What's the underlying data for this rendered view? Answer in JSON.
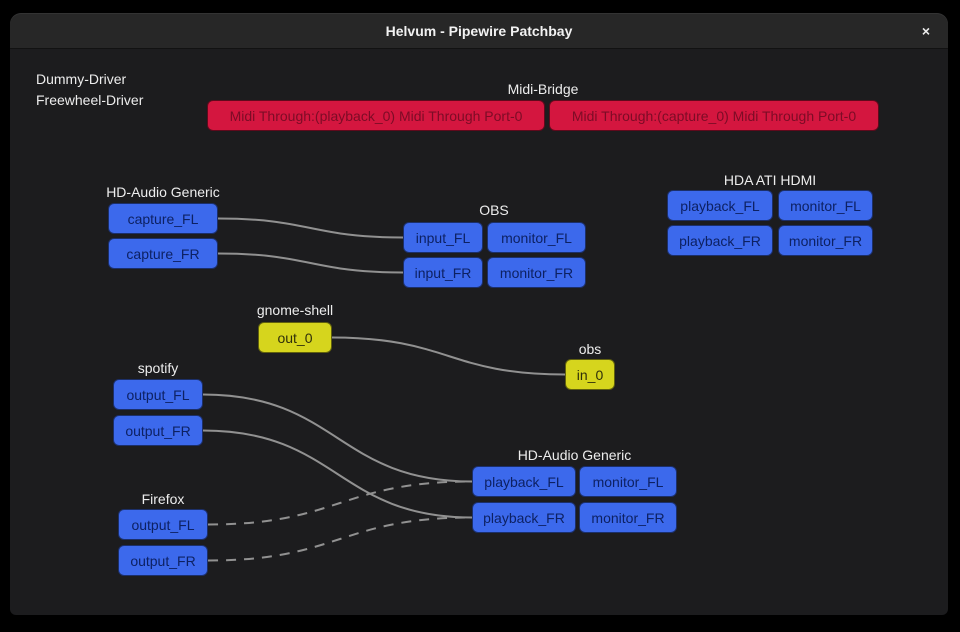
{
  "window": {
    "title": "Helvum - Pipewire Patchbay",
    "close_label": "×"
  },
  "drivers": {
    "dummy": "Dummy-Driver",
    "freewheel": "Freewheel-Driver"
  },
  "nodes": {
    "midi_bridge": {
      "title": "Midi-Bridge",
      "port_type": "midi",
      "ports": [
        {
          "label": "Midi Through:(playback_0) Midi Through Port-0"
        },
        {
          "label": "Midi Through:(capture_0) Midi Through Port-0"
        }
      ]
    },
    "hda_capture": {
      "title": "HD-Audio Generic",
      "port_type": "audio",
      "ports": [
        {
          "label": "capture_FL"
        },
        {
          "label": "capture_FR"
        }
      ]
    },
    "obs_inputs": {
      "title": "OBS",
      "port_type": "audio",
      "ports": [
        {
          "label": "input_FL"
        },
        {
          "label": "monitor_FL"
        },
        {
          "label": "input_FR"
        },
        {
          "label": "monitor_FR"
        }
      ]
    },
    "hda_ati_hdmi": {
      "title": "HDA ATI HDMI",
      "port_type": "audio",
      "ports": [
        {
          "label": "playback_FL"
        },
        {
          "label": "monitor_FL"
        },
        {
          "label": "playback_FR"
        },
        {
          "label": "monitor_FR"
        }
      ]
    },
    "gnome_shell": {
      "title": "gnome-shell",
      "port_type": "video",
      "ports": [
        {
          "label": "out_0"
        }
      ]
    },
    "obs_screen": {
      "title": "obs",
      "port_type": "video",
      "ports": [
        {
          "label": "in_0"
        }
      ]
    },
    "spotify": {
      "title": "spotify",
      "port_type": "audio",
      "ports": [
        {
          "label": "output_FL"
        },
        {
          "label": "output_FR"
        }
      ]
    },
    "hda_playback": {
      "title": "HD-Audio Generic",
      "port_type": "audio",
      "ports": [
        {
          "label": "playback_FL"
        },
        {
          "label": "monitor_FL"
        },
        {
          "label": "playback_FR"
        },
        {
          "label": "monitor_FR"
        }
      ]
    },
    "firefox": {
      "title": "Firefox",
      "port_type": "audio",
      "ports": [
        {
          "label": "output_FL"
        },
        {
          "label": "output_FR"
        }
      ]
    }
  },
  "connections": [
    {
      "from": "HD-Audio Generic:capture_FL",
      "to": "OBS:input_FL",
      "style": "solid"
    },
    {
      "from": "HD-Audio Generic:capture_FR",
      "to": "OBS:input_FR",
      "style": "solid"
    },
    {
      "from": "gnome-shell:out_0",
      "to": "obs:in_0",
      "style": "solid"
    },
    {
      "from": "spotify:output_FL",
      "to": "HD-Audio Generic:playback_FL",
      "style": "solid"
    },
    {
      "from": "spotify:output_FR",
      "to": "HD-Audio Generic:playback_FR",
      "style": "solid"
    },
    {
      "from": "Firefox:output_FL",
      "to": "HD-Audio Generic:playback_FL",
      "style": "dashed"
    },
    {
      "from": "Firefox:output_FR",
      "to": "HD-Audio Generic:playback_FR",
      "style": "dashed"
    }
  ],
  "colors": {
    "audio_port": "#3c69ec",
    "midi_port": "#d4163f",
    "video_port": "#d6d51d",
    "cable": "#919191",
    "titlebar": "#272727",
    "canvas": "#1c1c1e"
  }
}
